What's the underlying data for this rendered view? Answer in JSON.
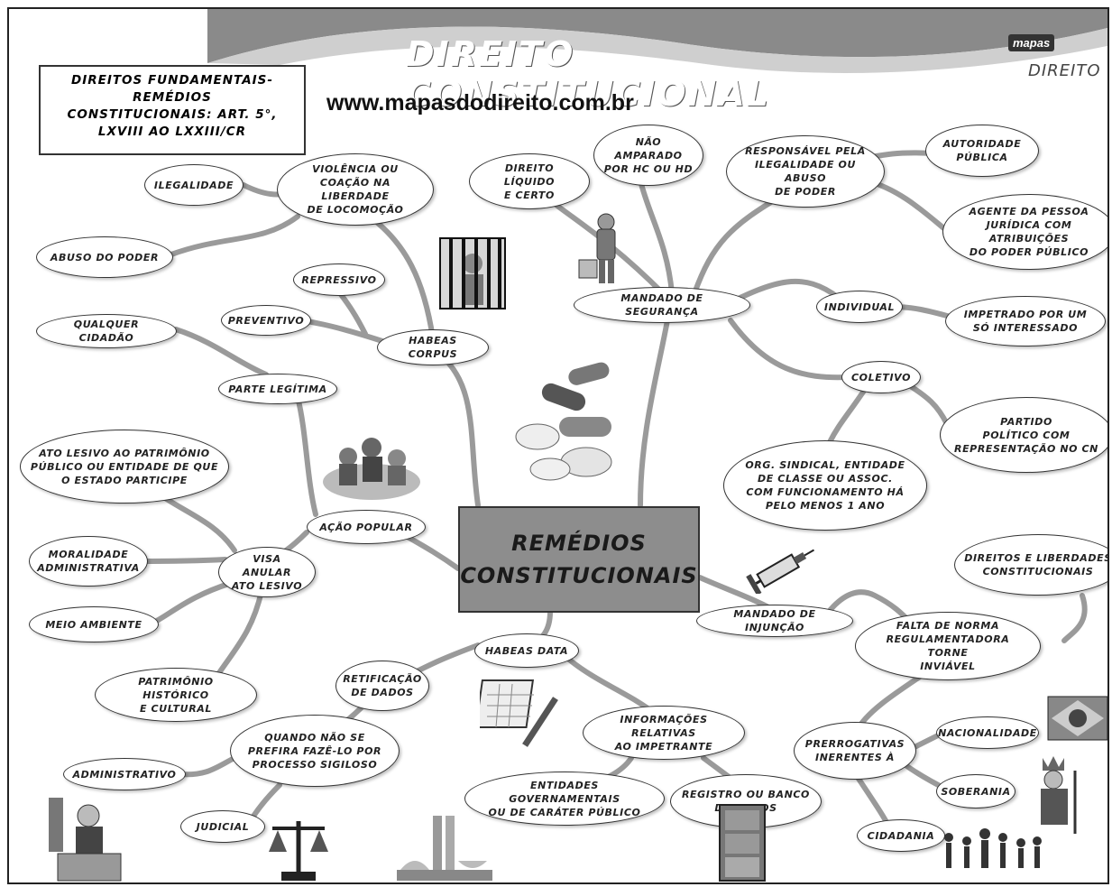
{
  "header": {
    "title": "DIREITO CONSTITUCIONAL",
    "url": "www.mapasdodireito.com.br",
    "logo_top": "mapas",
    "logo_bottom": "DIREITO"
  },
  "title_box": {
    "lines": [
      "DIREITOS FUNDAMENTAIS-",
      "REMÉDIOS",
      "CONSTITUCIONAIS: ART. 5°,",
      "LXVIII AO LXXIII/CR"
    ]
  },
  "central": {
    "label": "REMÉDIOS\nCONSTITUCIONAIS"
  },
  "nodes": {
    "ilegalidade": "ILEGALIDADE",
    "abuso_poder": "ABUSO DO PODER",
    "violencia": "VIOLÊNCIA OU\nCOAÇÃO NA LIBERDADE\nDE LOCOMOÇÃO",
    "repressivo": "REPRESSIVO",
    "preventivo": "PREVENTIVO",
    "habeas_corpus": "HABEAS CORPUS",
    "direito_liquido": "DIREITO LÍQUIDO\nE CERTO",
    "nao_amparado": "NÃO AMPARADO\nPOR HC OU HD",
    "responsavel": "RESPONSÁVEL PELA\nILEGALIDADE OU ABUSO\nDE PODER",
    "autoridade": "AUTORIDADE\nPÚBLICA",
    "agente": "AGENTE DA PESSOA\nJURÍDICA COM ATRIBUIÇÕES\nDO PODER PÚBLICO",
    "mandado_seguranca": "MANDADO DE SEGURANÇA",
    "individual": "INDIVIDUAL",
    "impetrado": "IMPETRADO POR UM\nSÓ INTERESSADO",
    "coletivo": "COLETIVO",
    "partido": "PARTIDO\nPOLÍTICO COM\nREPRESENTAÇÃO NO CN",
    "org_sindical": "ORG. SINDICAL, ENTIDADE\nDE CLASSE OU ASSOC.\nCOM FUNCIONAMENTO HÁ\nPELO MENOS 1 ANO",
    "qualquer_cidadao": "QUALQUER CIDADÃO",
    "parte_legitima": "PARTE LEGÍTIMA",
    "ato_lesivo": "ATO LESIVO AO PATRIMÔNIO\nPÚBLICO OU ENTIDADE DE QUE\nO ESTADO PARTICIPE",
    "acao_popular": "AÇÃO POPULAR",
    "moralidade": "MORALIDADE\nADMINISTRATIVA",
    "visa_anular": "VISA ANULAR\nATO LESIVO",
    "meio_ambiente": "MEIO AMBIENTE",
    "patrimonio": "PATRIMÔNIO HISTÓRICO\nE CULTURAL",
    "retificacao": "RETIFICAÇÃO\nDE DADOS",
    "habeas_data": "HABEAS DATA",
    "quando_nao": "QUANDO NÃO SE\nPREFIRA FAZÊ-LO POR\nPROCESSO SIGILOSO",
    "administrativo": "ADMINISTRATIVO",
    "judicial": "JUDICIAL",
    "informacoes": "INFORMAÇÕES RELATIVAS\nAO IMPETRANTE",
    "entidades": "ENTIDADES GOVERNAMENTAIS\nOU DE CARÁTER PÚBLICO",
    "registro": "REGISTRO OU BANCO\nDE DADOS",
    "mandado_injuncao": "MANDADO DE INJUNÇÃO",
    "direitos_liberdades": "DIREITOS E LIBERDADES\nCONSTITUCIONAIS",
    "falta_norma": "FALTA DE NORMA\nREGULAMENTADORA TORNE\nINVIÁVEL",
    "prerrogativas": "PRERROGATIVAS\nINERENTES À",
    "nacionalidade": "NACIONALIDADE",
    "soberania": "SOBERANIA",
    "cidadania": "CIDADANIA"
  },
  "colors": {
    "central_fill": "#8d8d8d",
    "banner": "#8a8a8a",
    "connector": "#9a9a9a"
  }
}
